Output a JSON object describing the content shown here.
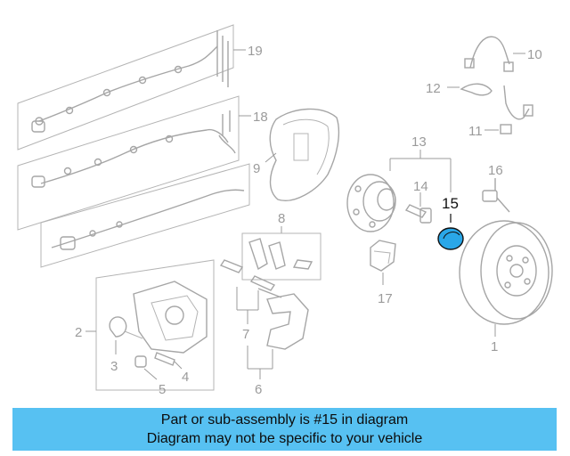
{
  "callouts": [
    {
      "id": "1",
      "text": "1"
    },
    {
      "id": "2",
      "text": "2"
    },
    {
      "id": "3",
      "text": "3"
    },
    {
      "id": "4",
      "text": "4"
    },
    {
      "id": "5",
      "text": "5"
    },
    {
      "id": "6",
      "text": "6"
    },
    {
      "id": "7",
      "text": "7"
    },
    {
      "id": "8",
      "text": "8"
    },
    {
      "id": "9",
      "text": "9"
    },
    {
      "id": "10",
      "text": "10"
    },
    {
      "id": "11",
      "text": "11"
    },
    {
      "id": "12",
      "text": "12"
    },
    {
      "id": "13",
      "text": "13"
    },
    {
      "id": "14",
      "text": "14"
    },
    {
      "id": "15",
      "text": "15"
    },
    {
      "id": "16",
      "text": "16"
    },
    {
      "id": "17",
      "text": "17"
    },
    {
      "id": "18",
      "text": "18"
    },
    {
      "id": "19",
      "text": "19"
    }
  ],
  "highlight": {
    "part": "15",
    "fill": "#2aa7e8",
    "stroke": "#111111"
  },
  "banner": {
    "line1": "Part or sub-assembly is #15 in diagram",
    "line2": "Diagram may not be specific to your vehicle",
    "background": "#57c1f2"
  }
}
